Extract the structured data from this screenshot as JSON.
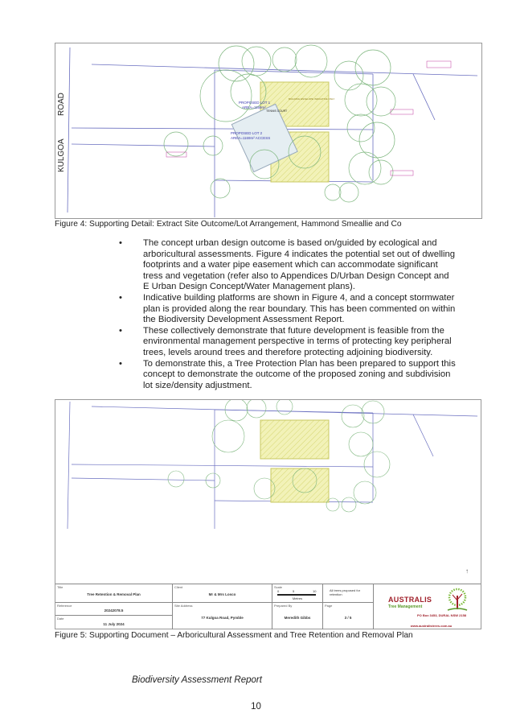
{
  "figure4": {
    "road_label_top": "ROAD",
    "road_label_bottom": "KULGOA",
    "lot1_label": "PROPOSED LOT 1",
    "lot1_area": "AREA=1169m²",
    "lot2_label": "PROPOSED LOT 2",
    "lot2_area": "AREA=1169m² ACCESS",
    "tennis": "TENNIS COURT",
    "envelope": "BUILDING ENVELOPE INDICATIVE ONLY",
    "caption": "Figure 4: Supporting Detail: Extract Site Outcome/Lot Arrangement, Hammond Smeallie and Co"
  },
  "bullets": [
    "The concept urban design outcome is based on/guided by ecological and arboricultural assessments. Figure 4 indicates the potential set out of dwelling footprints and a water pipe easement which can accommodate significant tress and vegetation (refer also to Appendices D/Urban Design Concept and E Urban Design Concept/Water Management plans).",
    "Indicative building platforms are shown in Figure 4, and a concept stormwater plan is provided along the rear boundary. This has been commented on within the Biodiversity Development Assessment Report.",
    "These collectively demonstrate that future development is feasible from the environmental management perspective in terms of protecting key peripheral trees, levels around trees and therefore protecting adjoining biodiversity.",
    "To demonstrate this, a Tree Protection Plan has been prepared to support this concept to demonstrate the outcome of the proposed zoning and subdivision lot size/density adjustment."
  ],
  "figure5": {
    "title_block": {
      "title_label": "Title",
      "title_value": "Tree Retention & Removal Plan",
      "client_label": "Client",
      "client_value": "Mr & Mrs Losco",
      "scale_label": "Scale",
      "scale_ticks": [
        "0",
        "5",
        "10"
      ],
      "scale_unit": "Metres",
      "note": "All trees proposed for retention",
      "reference_label": "Reference",
      "reference_value": "20242078.5",
      "date_label": "Date",
      "date_value": "11 July 2024",
      "site_label": "Site Address",
      "site_value": "77 Kulgoa Road, Pymble",
      "prepared_label": "Prepared By",
      "prepared_value": "Meredith Gibbs",
      "page_label": "Page",
      "page_value": "3 / 5",
      "logo_name": "AUSTRALIS",
      "logo_sub": "Tree Management",
      "address": "PO Box 3453, DURAL NSW 2158",
      "web": "www.australistrees.com.au"
    },
    "caption": "Figure 5: Supporting Document – Arboricultural Assessment and Tree Retention and Removal Plan"
  },
  "footer": {
    "title": "Biodiversity Assessment Report",
    "page_number": "10"
  },
  "colors": {
    "lot_line": "#6a6fc0",
    "tree_canopy": "#7fb77f",
    "envelope_fill": "#e8e88a",
    "annotation": "#c03aa0",
    "logo_red": "#a0202a",
    "logo_green": "#5a9a2a"
  }
}
